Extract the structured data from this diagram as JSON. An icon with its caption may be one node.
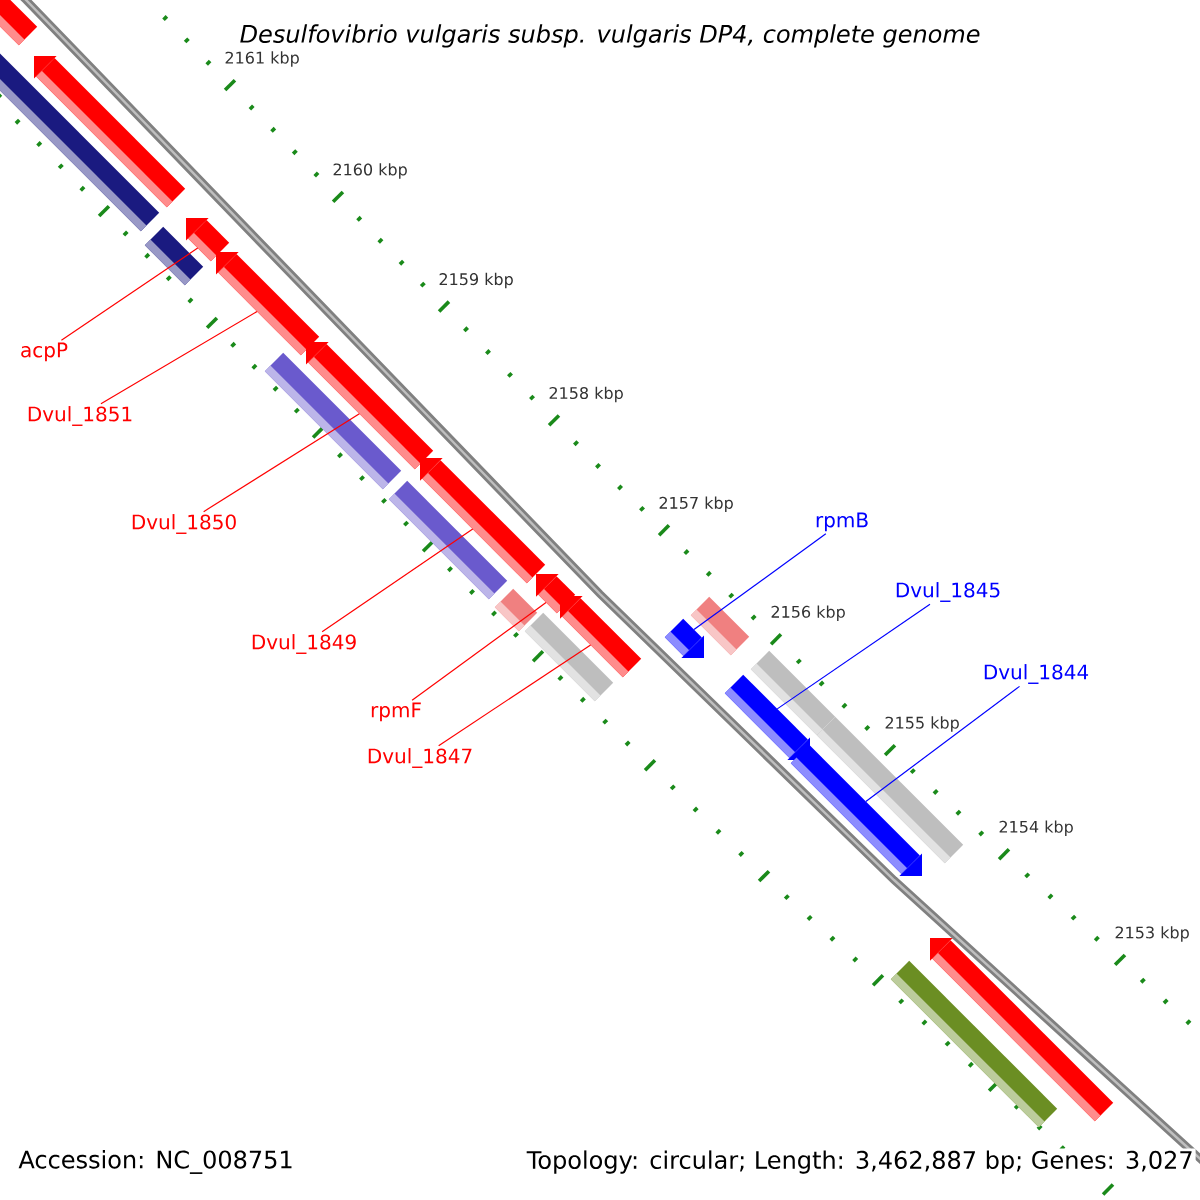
{
  "diagram": {
    "title": "Desulfovibrio vulgaris subsp. vulgaris DP4, complete genome",
    "nodes": [
      {
        "text": [],
        "shape": "bar"
      },
      {
        "text": [],
        "shape": "bar"
      },
      {
        "text": [],
        "shape": "arrow"
      },
      {
        "text": [],
        "shape": "bar"
      },
      {
        "text": [],
        "shape": "arrow"
      },
      {
        "text": [],
        "shape": "arrow"
      },
      {
        "text": [],
        "shape": "bar"
      },
      {
        "text": [],
        "shape": "arrow"
      },
      {
        "text": [],
        "shape": "bar"
      },
      {
        "text": [],
        "shape": "arrow"
      },
      {
        "text": [],
        "shape": "bar"
      },
      {
        "text": [],
        "shape": "arrow"
      },
      {
        "text": [],
        "shape": "bar"
      },
      {
        "text": [],
        "shape": "arrow"
      },
      {
        "text": [],
        "shape": "arrow"
      },
      {
        "text": [],
        "shape": "bar"
      },
      {
        "text": [],
        "shape": "arrow"
      },
      {
        "text": [],
        "shape": "bar"
      },
      {
        "text": [],
        "shape": "arrow"
      },
      {
        "text": [],
        "shape": "bar"
      },
      {
        "text": [],
        "shape": "bar"
      },
      {
        "text": [],
        "shape": "arrow"
      },
      {
        "text": [
          "acpP"
        ]
      },
      {
        "text": [
          "Dvul_1851"
        ]
      },
      {
        "text": [
          "Dvul_1850"
        ]
      },
      {
        "text": [
          "Dvul_1849"
        ]
      },
      {
        "text": [
          "rpmF"
        ]
      },
      {
        "text": [
          "Dvul_1847"
        ]
      },
      {
        "text": [
          "rpmB"
        ]
      },
      {
        "text": [
          "Dvul_1845"
        ]
      },
      {
        "text": [
          "Dvul_1844"
        ]
      }
    ],
    "edges": [
      {
        "from": 22,
        "to": 4,
        "arrow": "none"
      },
      {
        "from": 23,
        "to": 5,
        "arrow": "none"
      },
      {
        "from": 24,
        "to": 7,
        "arrow": "none"
      },
      {
        "from": 25,
        "to": 9,
        "arrow": "none"
      },
      {
        "from": 26,
        "to": 11,
        "arrow": "none"
      },
      {
        "from": 27,
        "to": 13,
        "arrow": "none"
      },
      {
        "from": 28,
        "to": 14,
        "arrow": "none",
        "color": "#0000ff"
      },
      {
        "from": 29,
        "to": 16,
        "arrow": "none",
        "color": "#0000ff"
      },
      {
        "from": 30,
        "to": 18,
        "arrow": "none",
        "color": "#0000ff"
      }
    ],
    "labels": [
      "2161 kbp",
      "2160 kbp",
      "2159 kbp",
      "2158 kbp",
      "2157 kbp",
      "2156 kbp",
      "2155 kbp",
      "2154 kbp",
      "2153 kbp",
      "Accession: NC_008751",
      "Topology: circular; Length: 3,462,887 bp; Genes: 3,027"
    ]
  }
}
